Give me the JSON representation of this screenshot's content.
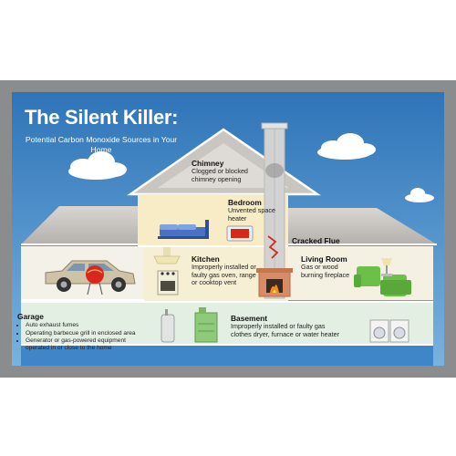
{
  "title": "The Silent Killer:",
  "subtitle": "Potential Carbon Monoxide Sources in Your Home",
  "labels": {
    "chimney": {
      "heading": "Chimney",
      "description": "Clogged or blocked chimney opening"
    },
    "bedroom": {
      "heading": "Bedroom",
      "description": "Unvented space heater"
    },
    "cracked_flue": {
      "heading": "Cracked Flue"
    },
    "kitchen": {
      "heading": "Kitchen",
      "description": "Improperly installed or faulty gas oven, range or cooktop vent"
    },
    "living_room": {
      "heading": "Living Room",
      "description": "Gas or wood burning fireplace"
    },
    "basement": {
      "heading": "Basement",
      "description": "Improperly installed or faulty gas clothes dryer, furnace or water heater"
    },
    "garage": {
      "heading": "Garage",
      "items": [
        "Auto exhaust fumes",
        "Operating barbecue grill in enclosed area",
        "Generator or gas-powered equipment operated in or close to the home"
      ]
    }
  },
  "colors": {
    "sky": "#3f86c8",
    "roof": "#c4c1bd",
    "wall": "#f6efd4",
    "basement": "#e3efe2",
    "frame": "#8a8c8e",
    "accent_red": "#d8281c"
  }
}
